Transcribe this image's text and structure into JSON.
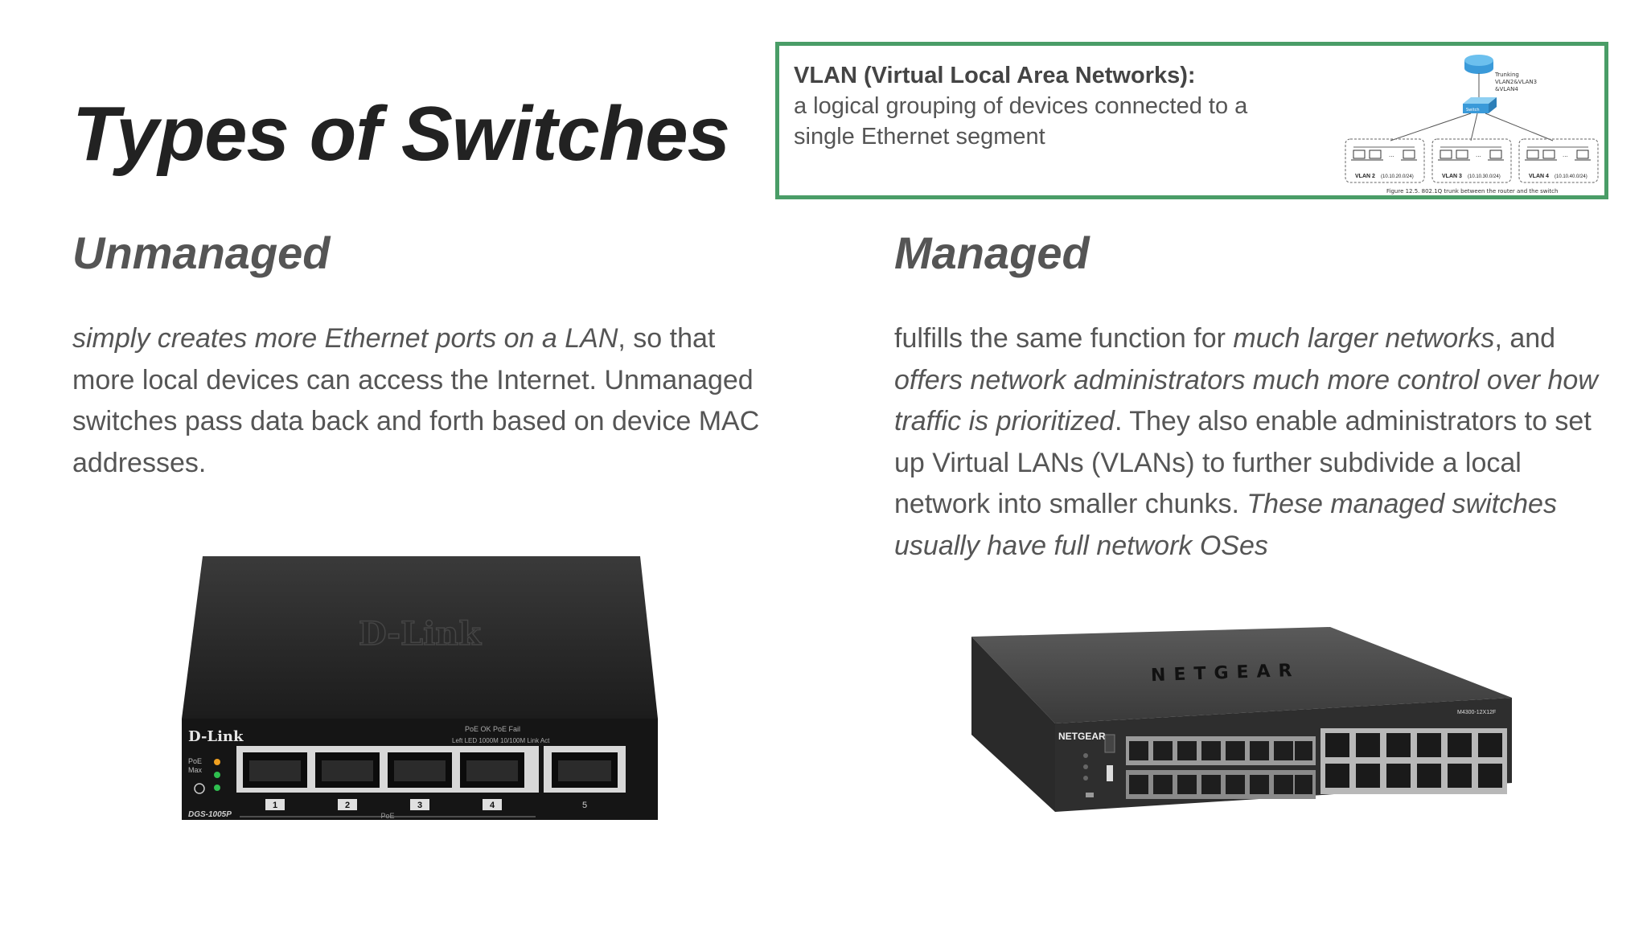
{
  "page": {
    "title": "Types of Switches"
  },
  "callout": {
    "term": "VLAN (Virtual Local Area Networks):",
    "definition": "a logical grouping of devices connected to a single Ethernet segment",
    "diagram": {
      "trunk_label_lines": [
        "Trunking",
        "VLAN2&VLAN3",
        "&VLAN4"
      ],
      "switch_label": "Switch",
      "vlans": [
        {
          "name": "VLAN 2",
          "subnet": "(10.10.20.0/24)"
        },
        {
          "name": "VLAN 3",
          "subnet": "(10.10.30.0/24)"
        },
        {
          "name": "VLAN 4",
          "subnet": "(10.10.40.0/24)"
        }
      ],
      "caption": "Figure 12.5. 802.1Q trunk between the router and the switch"
    }
  },
  "unmanaged": {
    "heading": "Unmanaged",
    "text_italic": "simply creates more Ethernet ports on a LAN",
    "text_rest": ", so that more local devices can access the Internet. Unmanaged switches pass data back and forth based on device MAC addresses.",
    "device": {
      "brand": "D-Link",
      "model": "DGS-1005P",
      "poe_label": "PoE",
      "port_numbers": [
        "1",
        "2",
        "3",
        "4",
        "5"
      ],
      "led_labels": [
        "PoE",
        "Max"
      ],
      "legend_line1": "PoE OK  PoE Fail",
      "legend_line2": "Left LED  1000M  10/100M  Link  Act"
    }
  },
  "managed": {
    "heading": "Managed",
    "text_a": "fulfills the same function for ",
    "text_b_italic": "much larger networks",
    "text_c": ", and ",
    "text_d_italic": "offers network administrators much more control over how traffic is prioritized",
    "text_e": ". They also enable administrators to set up Virtual LANs (VLANs) to further subdivide a local network into smaller chunks. ",
    "text_f_italic": "These managed switches usually have full network OSes",
    "device": {
      "brand": "NETGEAR",
      "front_brand": "NETGEAR",
      "model": "M4300-12X12F"
    }
  }
}
